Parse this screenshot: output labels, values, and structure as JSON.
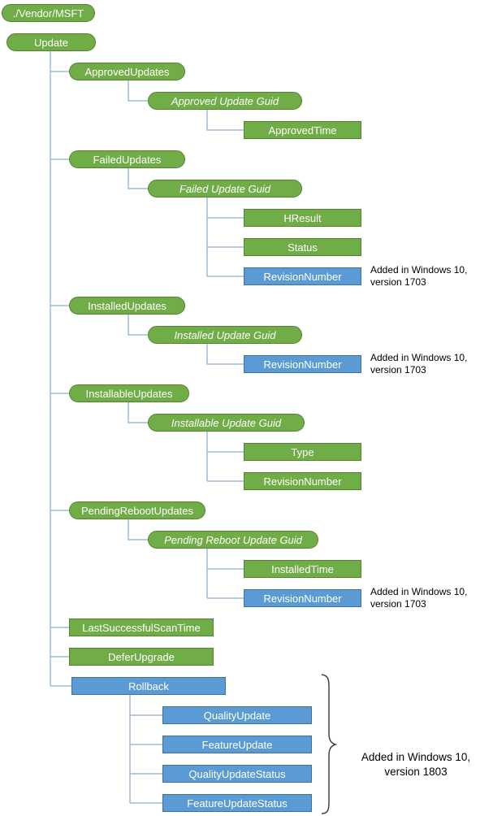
{
  "colors": {
    "green_fill": "#70AD47",
    "green_border": "#548235",
    "blue_fill": "#5B9BD5",
    "blue_border": "#41719C",
    "connector": "#9DB9DC",
    "node_text": "#FFFFFF",
    "annotation_text": "#000000"
  },
  "nodes": {
    "vendor_msft": "./Vendor/MSFT",
    "update": "Update",
    "approved_updates": "ApprovedUpdates",
    "approved_update_guid": "Approved Update Guid",
    "approved_time": "ApprovedTime",
    "failed_updates": "FailedUpdates",
    "failed_update_guid": "Failed Update Guid",
    "hresult": "HResult",
    "status": "Status",
    "failed_revision_number": "RevisionNumber",
    "installed_updates": "InstalledUpdates",
    "installed_update_guid": "Installed Update Guid",
    "installed_revision_number": "RevisionNumber",
    "installable_updates": "InstallableUpdates",
    "installable_update_guid": "Installable Update Guid",
    "type": "Type",
    "installable_revision_number": "RevisionNumber",
    "pending_reboot_updates": "PendingRebootUpdates",
    "pending_reboot_update_guid": "Pending Reboot Update Guid",
    "installed_time": "InstalledTime",
    "pending_revision_number": "RevisionNumber",
    "last_successful_scan_time": "LastSuccessfulScanTime",
    "defer_upgrade": "DeferUpgrade",
    "rollback": "Rollback",
    "quality_update": "QualityUpdate",
    "feature_update": "FeatureUpdate",
    "quality_update_status": "QualityUpdateStatus",
    "feature_update_status": "FeatureUpdateStatus"
  },
  "annotations": {
    "failed_revision_note": "Added in Windows 10,\nversion 1703",
    "installed_revision_note": "Added in Windows 10,\nversion 1703",
    "pending_revision_note": "Added in Windows 10,\nversion 1703",
    "rollback_note": "Added in Windows 10,\nversion 1803"
  }
}
